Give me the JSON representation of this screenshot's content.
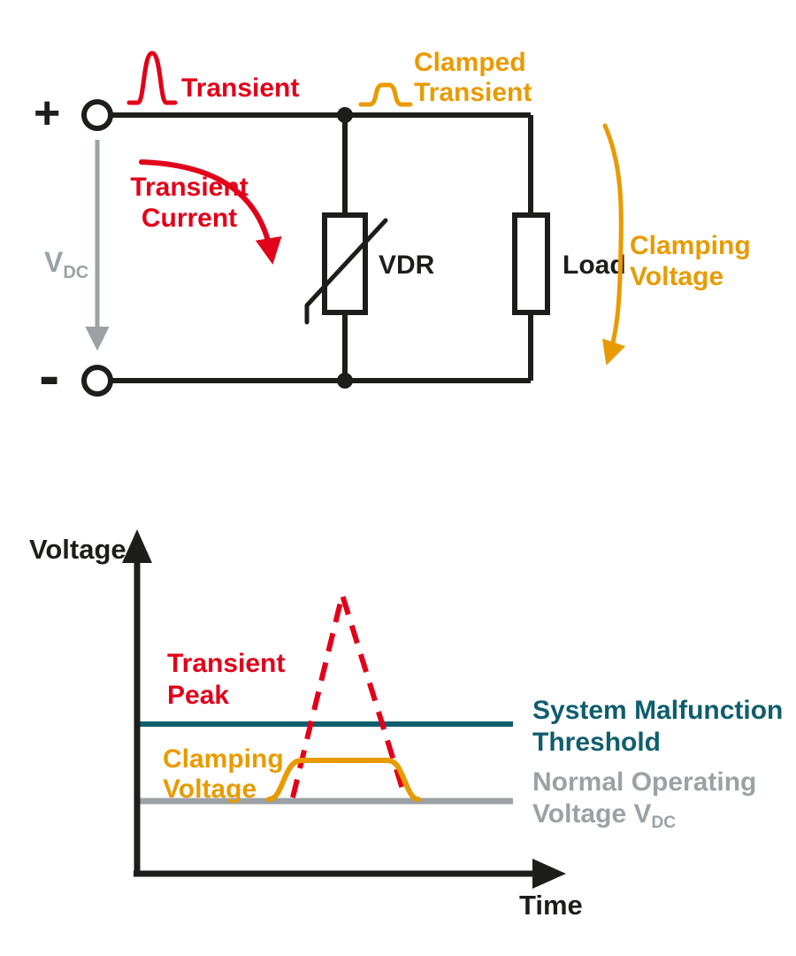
{
  "colors": {
    "red": "#e2001a",
    "orange": "#e89b00",
    "teal": "#0f5e6d",
    "gray": "#9ba1a5",
    "dark": "#1d1d1b"
  },
  "circuit": {
    "plus_terminal": "+",
    "minus_terminal": "-",
    "transient_label": "Transient",
    "clamped_transient_line1": "Clamped",
    "clamped_transient_line2": "Transient",
    "transient_current_line1": "Transient",
    "transient_current_line2": "Current",
    "supply_voltage_main": "V",
    "supply_voltage_sub": "DC",
    "varistor_label": "VDR",
    "load_label": "Load",
    "clamping_voltage_line1": "Clamping",
    "clamping_voltage_line2": "Voltage"
  },
  "graph": {
    "y_axis_label": "Voltage",
    "x_axis_label": "Time",
    "transient_peak_line1": "Transient",
    "transient_peak_line2": "Peak",
    "clamping_voltage_line1": "Clamping",
    "clamping_voltage_line2": "Voltage",
    "malfunction_threshold_line1": "System Malfunction",
    "malfunction_threshold_line2": "Threshold",
    "normal_operating_line1": "Normal Operating",
    "normal_operating_line2": "Voltage V",
    "normal_operating_sub": "DC"
  }
}
